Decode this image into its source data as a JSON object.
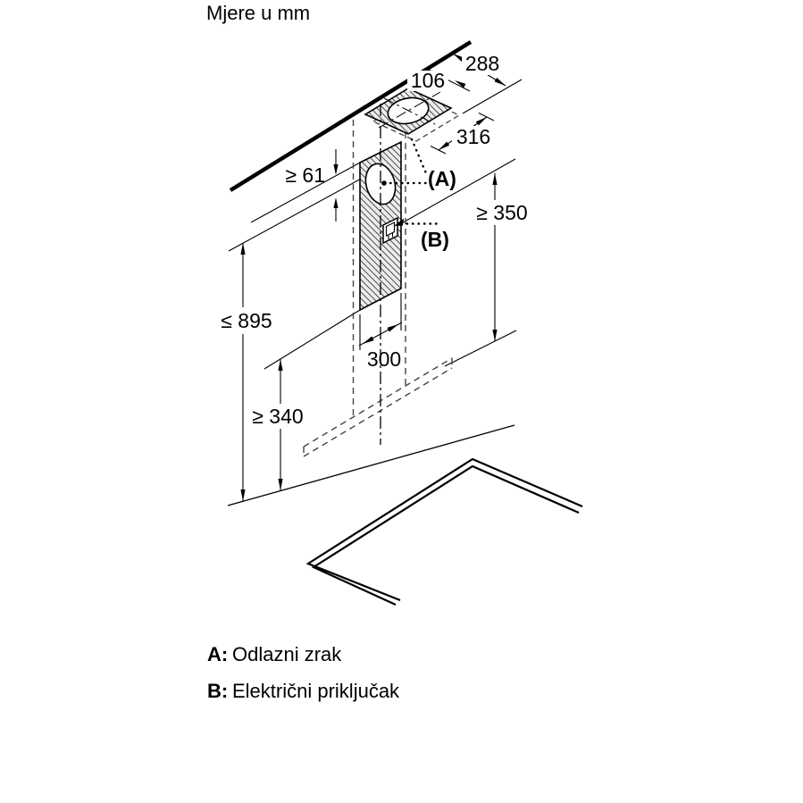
{
  "title": "Mjere u mm",
  "diagram": {
    "dimensions": {
      "top_depth": "288",
      "duct_offset": "106",
      "plate_width": "316",
      "ceiling_gap": "≥ 61",
      "chimney_min": "≥ 350",
      "max_height": "≤ 895",
      "strip_width": "300",
      "hood_clearance": "≥ 340"
    },
    "labels": {
      "a": "(A)",
      "b": "(B)"
    },
    "colors": {
      "line": "#000000",
      "hatch_fill": "#ececec"
    }
  },
  "legend": {
    "a_key": "A:",
    "a_text": "Odlazni zrak",
    "b_key": "B:",
    "b_text": "Električni priključak"
  }
}
